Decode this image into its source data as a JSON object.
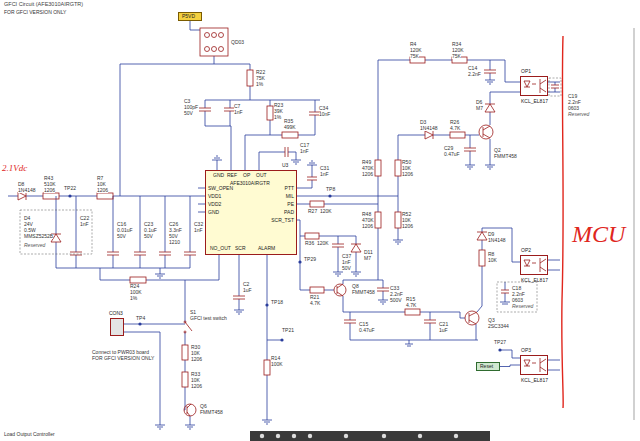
{
  "diagram": {
    "title": "GFCI Circuit (AFE3010AIRGTR)",
    "nodes": [
      {
        "text": [
          "P5VD"
        ]
      },
      {
        "text": [
          "U3",
          "AFE3010AIRGTR",
          "GND",
          "REF",
          "OP",
          "OUT",
          "SW_OPEN",
          "VDD1",
          "VDD2",
          "GND",
          "PTT",
          "MIL",
          "PE",
          "PAD",
          "SCR_TST",
          "NO_OUT",
          "SCR",
          "ALARM"
        ]
      },
      {
        "text": [
          "OP1",
          "KCL_EL817"
        ]
      },
      {
        "text": [
          "OP2",
          "KCL_EL817"
        ]
      },
      {
        "text": [
          "OP3",
          "KCL_EL817"
        ]
      },
      {
        "text": [
          "Reset"
        ]
      },
      {
        "text": [
          "CON3"
        ]
      }
    ],
    "edges": [
      {
        "from": 5,
        "to": 4,
        "arrow": "none"
      }
    ],
    "labels": [
      "2.1Vdc",
      "D8",
      "1N4148",
      "R43",
      "510K",
      "1206",
      "TP22",
      "R7",
      "10K",
      "1206",
      "C32",
      "1nF",
      "D4",
      "24V",
      "0.5W",
      "MMSZ5252B",
      "Reserved",
      "C22",
      "1nF",
      "C16",
      "0.01uF",
      "50V",
      "C23",
      "0.1uF",
      "50V",
      "C26",
      "3.3nF",
      "50V",
      "1210",
      "R24",
      "100K",
      "1%",
      "QD03",
      "R22",
      "75K",
      "1%",
      "C3",
      "100pF",
      "50V",
      "C7",
      "1nF",
      "R23",
      "39K",
      "1%",
      "R35",
      "499K",
      "C34",
      "10nF",
      "C17",
      "1nF",
      "C31",
      "1nF",
      "TP8",
      "R27",
      "120K",
      "R36",
      "120K",
      "C37",
      "1nF",
      "50V",
      "D11",
      "M7",
      "R49",
      "470K",
      "1206",
      "R48",
      "470K",
      "1206",
      "R50",
      "10K",
      "1206",
      "R52",
      "10K",
      "1206",
      "R4",
      "120K",
      "75K",
      "R34",
      "120K",
      "75K",
      "C14",
      "2.2nF",
      "C19",
      "2.2nF",
      "0603",
      "Reserved",
      "D6",
      "M7",
      "D3",
      "1N4148",
      "R26",
      "4.7K",
      "C29",
      "0.47uF",
      "Q2",
      "FMMT458",
      "TP29",
      "R21",
      "4.7K",
      "Q8",
      "FMMT458",
      "C33",
      "2.2nF",
      "500V",
      "C2",
      "1uF",
      "TP18",
      "TP4",
      "S1",
      "GFCI test switch",
      "Connect to PWR03 board",
      "FOR GFCI VERSION ONLY",
      "R30",
      "10K",
      "1206",
      "R33",
      "10K",
      "1206",
      "Q6",
      "FMMT458",
      "R14",
      "100K",
      "TP21",
      "R15",
      "4.7K",
      "C15",
      "0.47uF",
      "C21",
      "1uF",
      "Q3",
      "2SC3344",
      "D9",
      "1N4148",
      "R8",
      "10K",
      "C18",
      "2.2nF",
      "0603",
      "Reserved",
      "TP27",
      "MCU",
      "Load Output Controller",
      "FOR GFCI VERSION ONLY"
    ]
  }
}
